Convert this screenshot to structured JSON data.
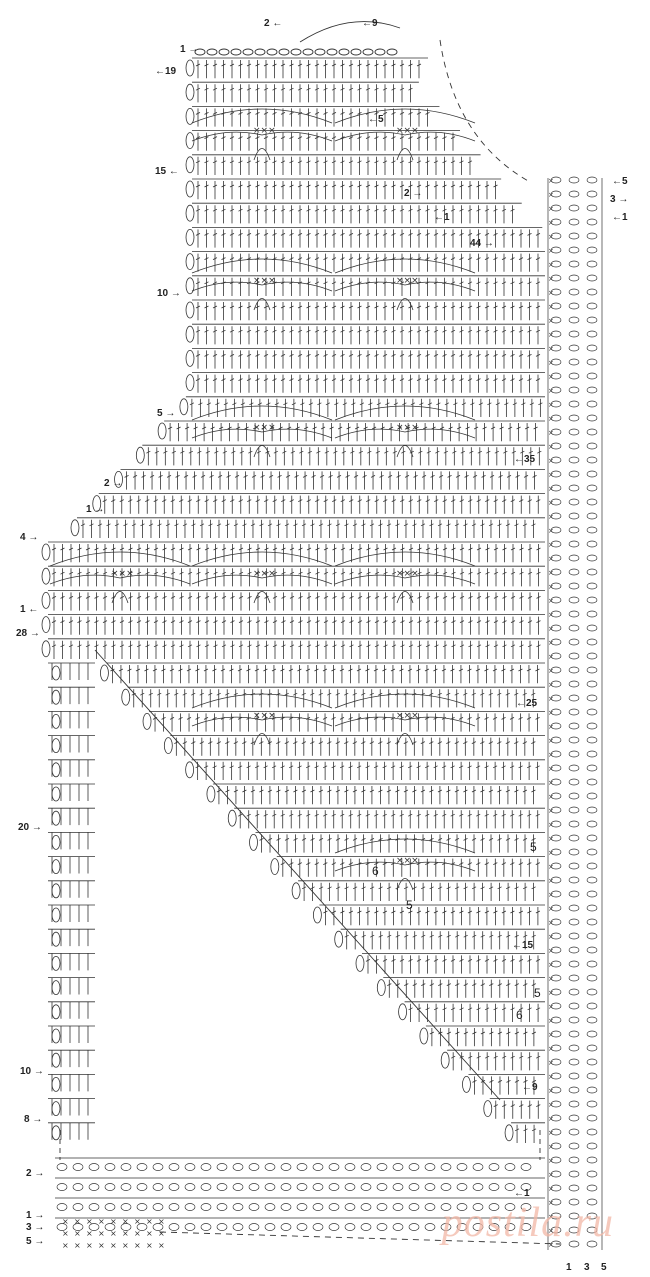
{
  "row_labels_left": {
    "top_1": "1",
    "r19": "19",
    "r15": "15",
    "r10": "10",
    "r5": "5",
    "r2": "2",
    "r1": "1",
    "r4": "4",
    "r1b": "1",
    "r28": "28",
    "r20": "20",
    "r10b": "10",
    "r8": "8",
    "r2b": "2",
    "b1": "1",
    "b3": "3",
    "b5": "5"
  },
  "row_labels_right": {
    "r2top": "2",
    "r9top": "9",
    "r5a": "5",
    "r2mid": "2",
    "r1mid": "1",
    "r44": "44",
    "s5": "5",
    "s3": "3",
    "s1": "1",
    "r35": "35",
    "r25": "25",
    "r15": "15",
    "r9low": "9",
    "r1low": "1"
  },
  "inner_labels": {
    "six_a": "6",
    "five_a": "5",
    "five_b": "5",
    "five_c": "5",
    "six_b": "6"
  },
  "bottom_labels": {
    "c1": "1",
    "c3": "3",
    "c5": "5"
  },
  "watermark": "postila.ru",
  "colors": {
    "ink": "#333333",
    "watermark": "#f2b7a6"
  }
}
